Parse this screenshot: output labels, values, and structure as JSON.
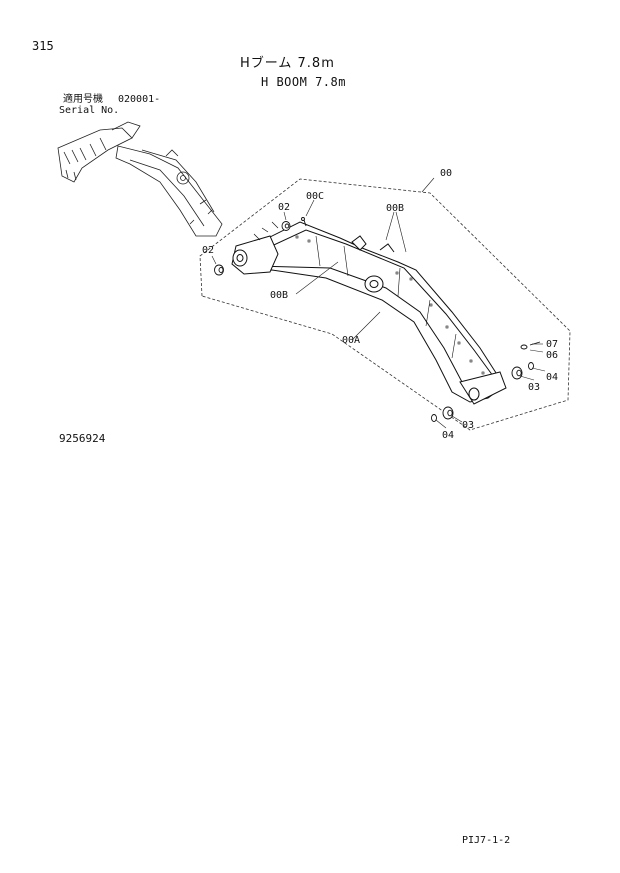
{
  "page": {
    "page_number": "315",
    "title_jp": "Hブーム 7.8m",
    "title_en": "H BOOM 7.8m",
    "serial_label_jp": "適用号機",
    "serial_range": "020001-",
    "serial_label_en": "Serial No.",
    "drawing_number": "9256924",
    "document_code": "PIJ7-1-2"
  },
  "callouts": {
    "c00": "00",
    "c00C": "00C",
    "c02a": "02",
    "c02b": "02",
    "c00B_top": "00B",
    "c00B_left": "00B",
    "c00A": "00A",
    "c07": "07",
    "c06": "06",
    "c03a": "03",
    "c04a": "04",
    "c03b": "03",
    "c04b": "04"
  }
}
